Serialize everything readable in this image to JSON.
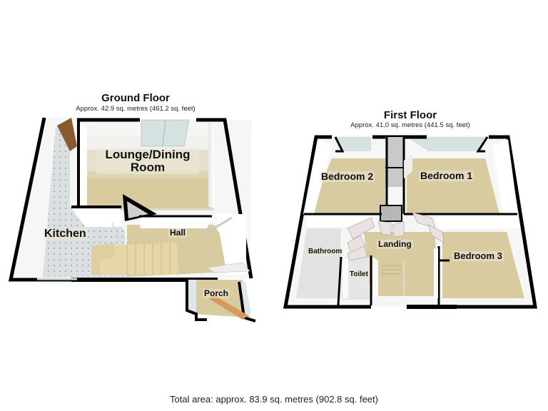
{
  "ground_floor": {
    "title": "Ground Floor",
    "area": "Approx. 42.9 sq. metres (461.2 sq. feet)",
    "rooms": {
      "lounge": "Lounge/Dining\nRoom",
      "lounge_line1": "Lounge/Dining",
      "lounge_line2": "Room",
      "kitchen": "Kitchen",
      "hall": "Hall",
      "porch": "Porch"
    }
  },
  "first_floor": {
    "title": "First Floor",
    "area": "Approx. 41.0 sq. metres (441.5 sq. feet)",
    "rooms": {
      "bedroom1": "Bedroom 1",
      "bedroom2": "Bedroom 2",
      "bedroom3": "Bedroom 3",
      "landing": "Landing",
      "bathroom": "Bathroom",
      "toilet": "Toilet"
    }
  },
  "total_area": "Total area: approx. 83.9 sq. metres (902.8 sq. feet)",
  "colors": {
    "floor_carpet": "#d8cba0",
    "kitchen_tile": "#d9dde0",
    "wall_top": "#000000",
    "wall_face": "#f4f4f4",
    "window": "#d6e2e2",
    "door_wood": "#8a5a2e",
    "stairs": "#e6d7a8"
  }
}
